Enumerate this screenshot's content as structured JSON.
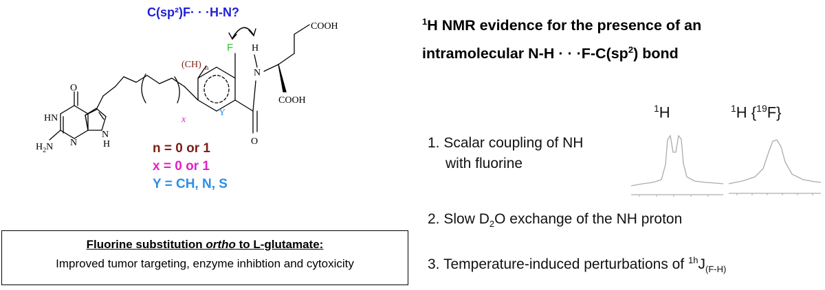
{
  "hbond_label": "C(sp²)F· · ·H-N?",
  "molecule": {
    "atoms": {
      "F": "F",
      "H": "H",
      "N_amide": "N",
      "COOH_top": "COOH",
      "COOH_bottom": "COOH",
      "O_amide": "O",
      "CH_n": "(CH)",
      "CH_n_sub": "n",
      "Y": "Y",
      "x_sub": "x",
      "O_ring": "O",
      "HN": "HN",
      "H2N": "H",
      "H2N_sub": "2",
      "H2N_N": "N",
      "N_ring": "N",
      "NH": "N",
      "NH_H": "H"
    }
  },
  "legend": {
    "n": "n = 0 or 1",
    "x": "x = 0 or 1",
    "y": "Y = CH, N, S"
  },
  "note": {
    "title_before": "Fluorine substitution ",
    "title_em": "ortho",
    "title_after": " to L-glutamate:",
    "body": "Improved tumor targeting, enzyme inhibtion and cytoxicity"
  },
  "heading": {
    "line1_sup": "1",
    "line1": "H NMR evidence for the presence of an",
    "line2_main": "intramolecular N-H · · ·F-C(sp",
    "line2_sup": "2",
    "line2_end": ") bond"
  },
  "items": {
    "i1_line1": "1. Scalar coupling of NH",
    "i1_line2": "with fluorine",
    "i2_before": "2. Slow D",
    "i2_sub": "2",
    "i2_after": "O exchange of the NH proton",
    "i3_before": "3. Temperature-induced perturbations of ",
    "i3_sup": "1h",
    "i3_J": "J",
    "i3_sub": "(F-H)"
  },
  "spectra": {
    "label_1h_sup": "1",
    "label_1h": "H",
    "label_1hf_sup": "1",
    "label_1hf_a": "H {",
    "label_1hf_sup2": "19",
    "label_1hf_b": "F}"
  },
  "colors": {
    "hbond_blue": "#1f1fd6",
    "fluorine_green": "#22cc22",
    "n_maroon": "#7b1f14",
    "x_magenta": "#e31fc8",
    "y_blue": "#2a8fe8"
  }
}
